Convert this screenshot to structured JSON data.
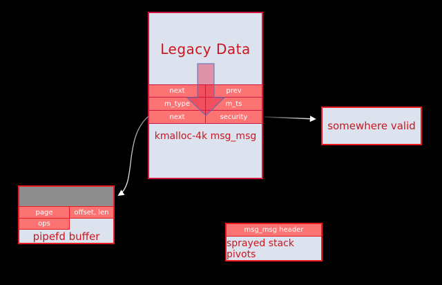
{
  "colors": {
    "background": "#000000",
    "box_fill": "#dde3ee",
    "row_fill": "#fb7373",
    "border_red": "#e8191f",
    "border_crimson": "#d21440",
    "gray_fill": "#8e8e8e",
    "text_red": "#c9161f",
    "text_white": "#ffffff",
    "big_arrow_fill": "#dc143c",
    "big_arrow_stroke": "#5a6fb5"
  },
  "legacy": {
    "title": "Legacy Data",
    "rows": [
      {
        "left": "next",
        "right": "prev"
      },
      {
        "left": "m_type",
        "right": "m_ts"
      },
      {
        "left": "next",
        "right": "security"
      }
    ],
    "caption": "kmalloc-4k msg_msg"
  },
  "somewhere": {
    "caption": "somewhere valid"
  },
  "pipefd": {
    "row1": {
      "left": "page",
      "right": "offset, len"
    },
    "row2": {
      "left": "ops"
    },
    "caption": "pipefd buffer"
  },
  "pivots": {
    "header": "msg_msg header",
    "caption": "sprayed stack pivots"
  }
}
